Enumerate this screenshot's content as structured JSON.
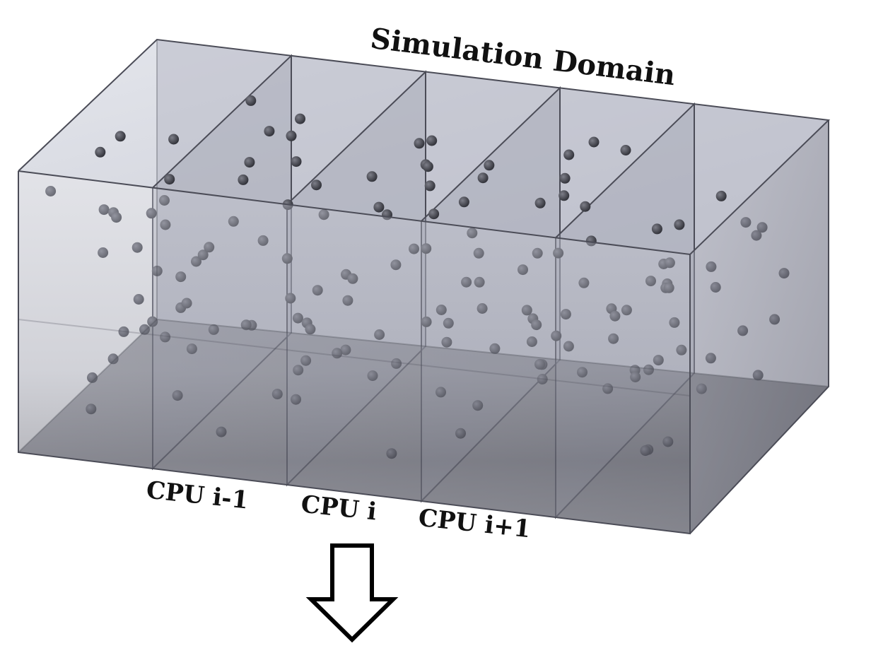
{
  "title": "Simulation Domain",
  "cpu_labels": [
    "CPU i-1",
    "CPU i",
    "CPU i+1"
  ],
  "partitions": 5,
  "colors": {
    "background": "#ffffff",
    "face_top": "#d9dbe3",
    "face_glass": "#a9abb8",
    "face_shadow": "#5f606c",
    "edge": "#4b4c57",
    "particle": "#3a3b42",
    "text": "#111111"
  }
}
